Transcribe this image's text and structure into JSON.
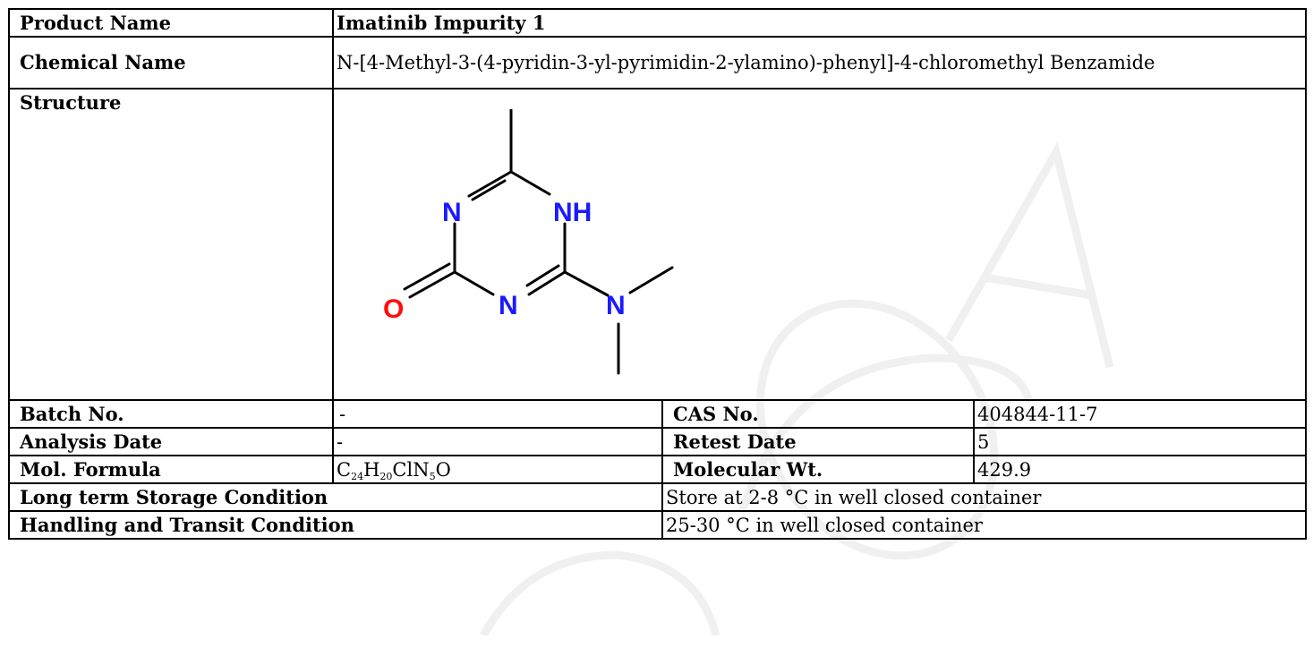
{
  "rows": {
    "product_name": {
      "label": "Product Name",
      "value": "Imatinib Impurity 1"
    },
    "chemical_name": {
      "label": "Chemical Name",
      "value": "N-[4-Methyl-3-(4-pyridin-3-yl-pyrimidin-2-ylamino)-phenyl]-4-chloromethyl Benzamide"
    },
    "structure": {
      "label": "Structure",
      "atoms": {
        "n_left": "N",
        "nh": "NH",
        "o": "O",
        "n_bottom": "N",
        "n_amine": "N"
      }
    },
    "batch": {
      "label": "Batch No.",
      "value": "-"
    },
    "cas": {
      "label": "CAS No.",
      "value": "404844-11-7"
    },
    "analysis_date": {
      "label": "Analysis Date",
      "value": "-"
    },
    "retest_date": {
      "label": "Retest Date",
      "value": "5"
    },
    "mol_formula": {
      "label": "Mol. Formula",
      "parts": [
        "C",
        "24",
        "H",
        "20",
        "ClN",
        "5",
        "O"
      ]
    },
    "mol_wt": {
      "label": "Molecular Wt.",
      "value": "429.9"
    },
    "storage": {
      "label": "Long term Storage Condition",
      "value": "Store at 2-8 °C in well closed container"
    },
    "handling": {
      "label": "Handling and Transit Condition",
      "value": "25-30 °C in well closed container"
    }
  },
  "colors": {
    "nitrogen": "#1a1aff",
    "oxygen": "#ff0d0d",
    "bond": "#000000",
    "watermark": "#f1f1f1"
  }
}
